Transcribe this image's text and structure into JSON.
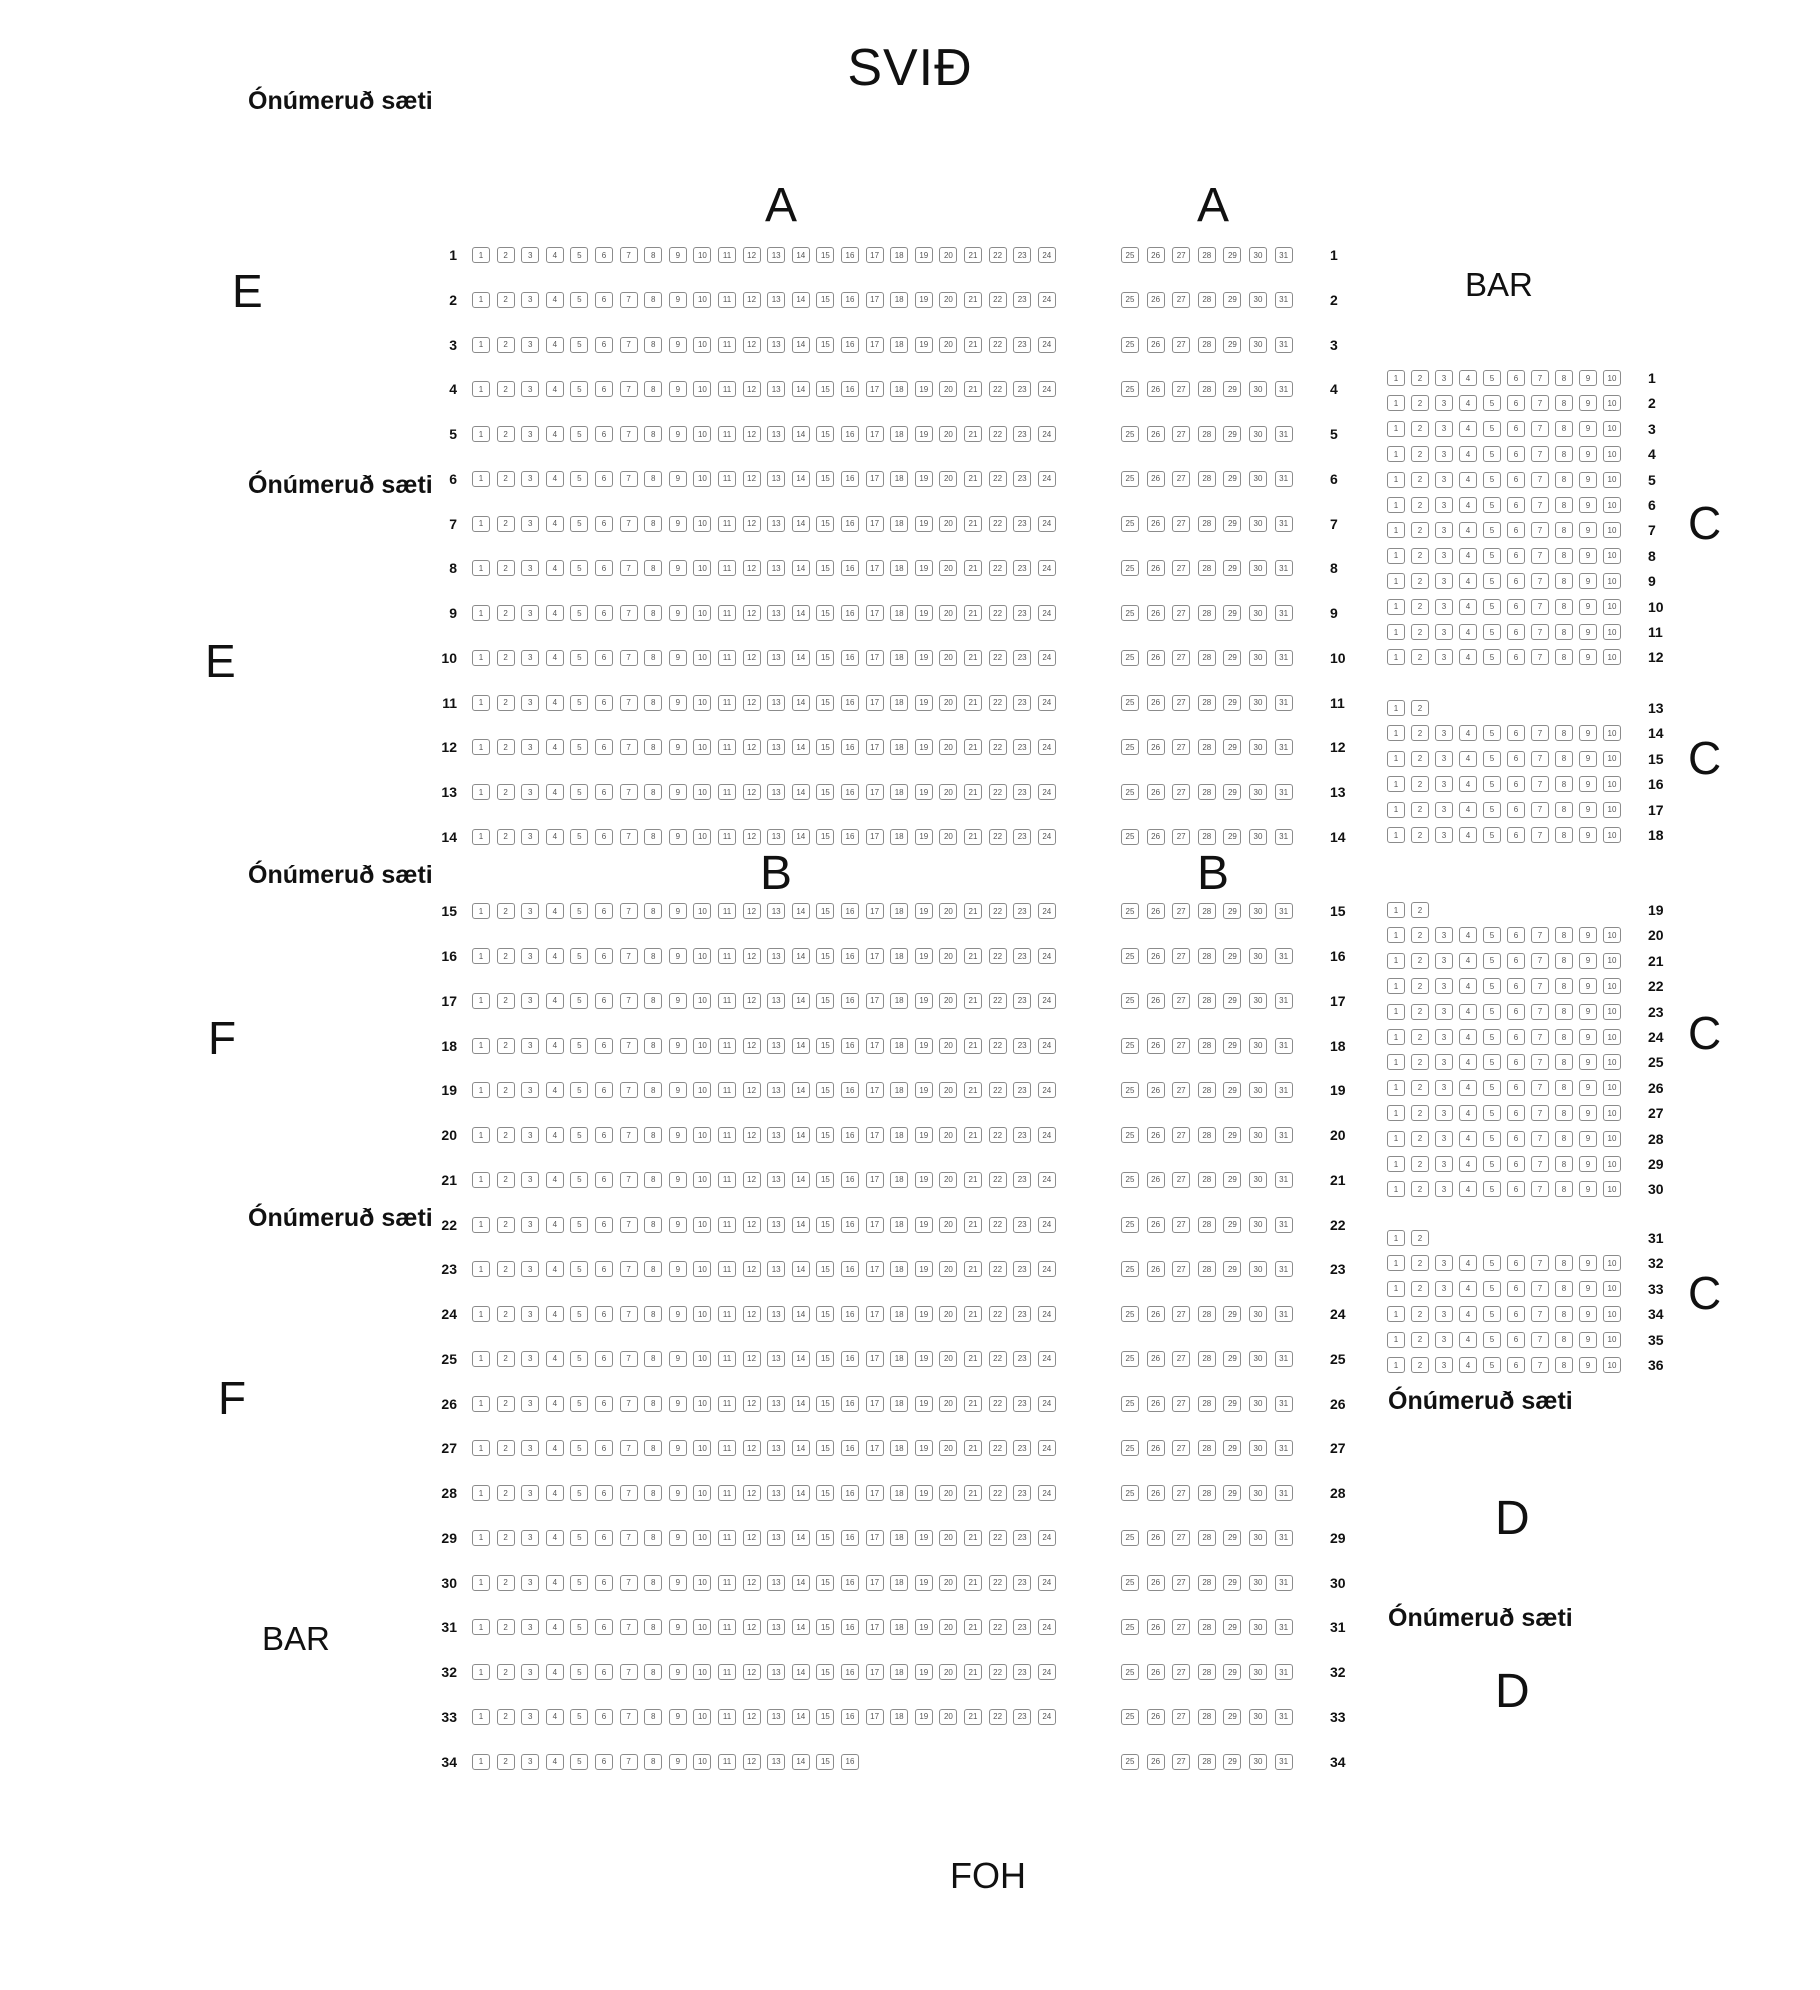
{
  "title": "SVIÐ",
  "foh": "FOH",
  "bar_label": "BAR",
  "unnumbered_label": "Ónúmeruð sæti",
  "section_labels": {
    "a": "A",
    "b": "B",
    "c": "C",
    "d": "D",
    "e": "E",
    "f": "F"
  },
  "colors": {
    "seat_border": "#8b8b8b",
    "seat_number": "#555555",
    "text": "#111111"
  },
  "blocks": {
    "main_left": {
      "section": "A/B",
      "row_number_side": "left",
      "row_groups": [
        {
          "rows": [
            1,
            33
          ],
          "seats": [
            1,
            24
          ]
        },
        {
          "rows": [
            34,
            34
          ],
          "seats": [
            1,
            16
          ]
        }
      ]
    },
    "main_right": {
      "section": "A/B",
      "row_number_side": "right",
      "row_groups": [
        {
          "rows": [
            1,
            34
          ],
          "seats": [
            25,
            31
          ]
        }
      ]
    },
    "c_block_1": {
      "section": "C",
      "row_number_side": "right",
      "row_groups": [
        {
          "rows": [
            1,
            12
          ],
          "seats": [
            1,
            10
          ]
        }
      ]
    },
    "c_block_2": {
      "section": "C",
      "row_number_side": "right",
      "row_groups": [
        {
          "rows": [
            13,
            13
          ],
          "seats": [
            1,
            2
          ]
        },
        {
          "rows": [
            14,
            18
          ],
          "seats": [
            1,
            10
          ]
        }
      ]
    },
    "c_block_3": {
      "section": "C",
      "row_number_side": "right",
      "row_groups": [
        {
          "rows": [
            19,
            19
          ],
          "seats": [
            1,
            2
          ]
        },
        {
          "rows": [
            20,
            30
          ],
          "seats": [
            1,
            10
          ]
        }
      ]
    },
    "c_block_4": {
      "section": "C",
      "row_number_side": "right",
      "row_groups": [
        {
          "rows": [
            31,
            31
          ],
          "seats": [
            1,
            2
          ]
        },
        {
          "rows": [
            32,
            36
          ],
          "seats": [
            1,
            10
          ]
        }
      ]
    }
  }
}
